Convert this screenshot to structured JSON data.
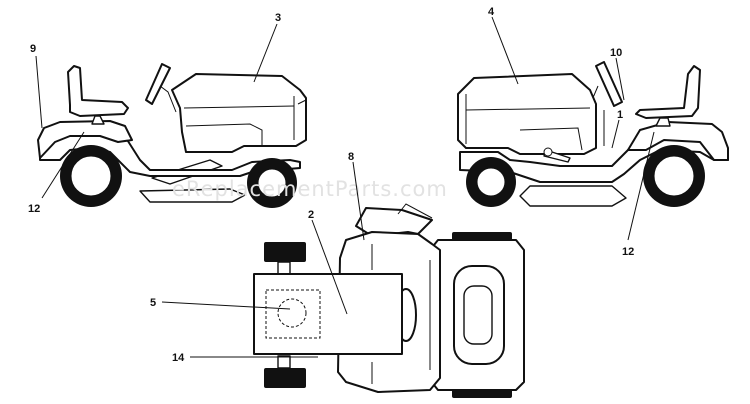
{
  "watermark": "eReplacementParts.com",
  "callouts": {
    "c1": "1",
    "c2": "2",
    "c3": "3",
    "c4": "4",
    "c5": "5",
    "c8": "8",
    "c9": "9",
    "c10": "10",
    "c12_left": "12",
    "c12_right": "12",
    "c14": "14"
  }
}
